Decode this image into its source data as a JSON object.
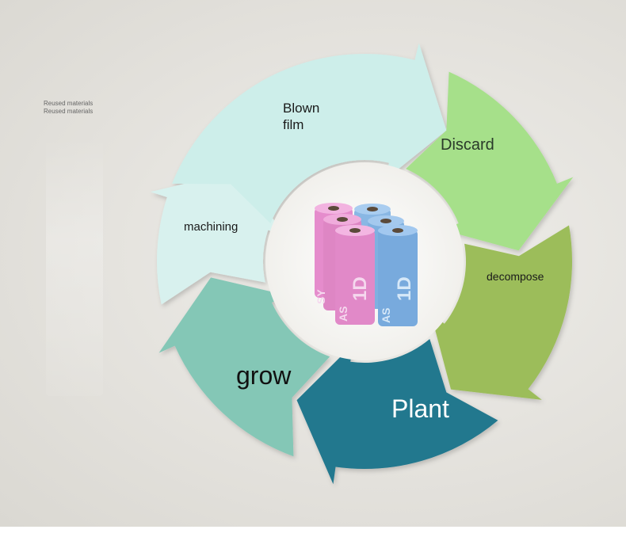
{
  "side_note": {
    "line1": "Reused materials",
    "line2": "Reused materials"
  },
  "cycle": {
    "stages": [
      {
        "id": "blown-film",
        "label": "Blown\nfilm",
        "color": "#cdeeea"
      },
      {
        "id": "discard",
        "label": "Discard",
        "color": "#a6e08a"
      },
      {
        "id": "decompose",
        "label": "decompose",
        "color": "#9cbd5a"
      },
      {
        "id": "plant",
        "label": "Plant",
        "color": "#24788e"
      },
      {
        "id": "grow",
        "label": "grow",
        "color": "#84c7b6"
      },
      {
        "id": "machining",
        "label": "machining",
        "color": "#d8f1ee"
      }
    ]
  },
  "center_image": {
    "roll_text_a": "SY",
    "roll_text_b": "AS",
    "roll_text_c": "1D",
    "colors": {
      "pink": "#e08ac8",
      "blue": "#7fb0e0"
    }
  }
}
